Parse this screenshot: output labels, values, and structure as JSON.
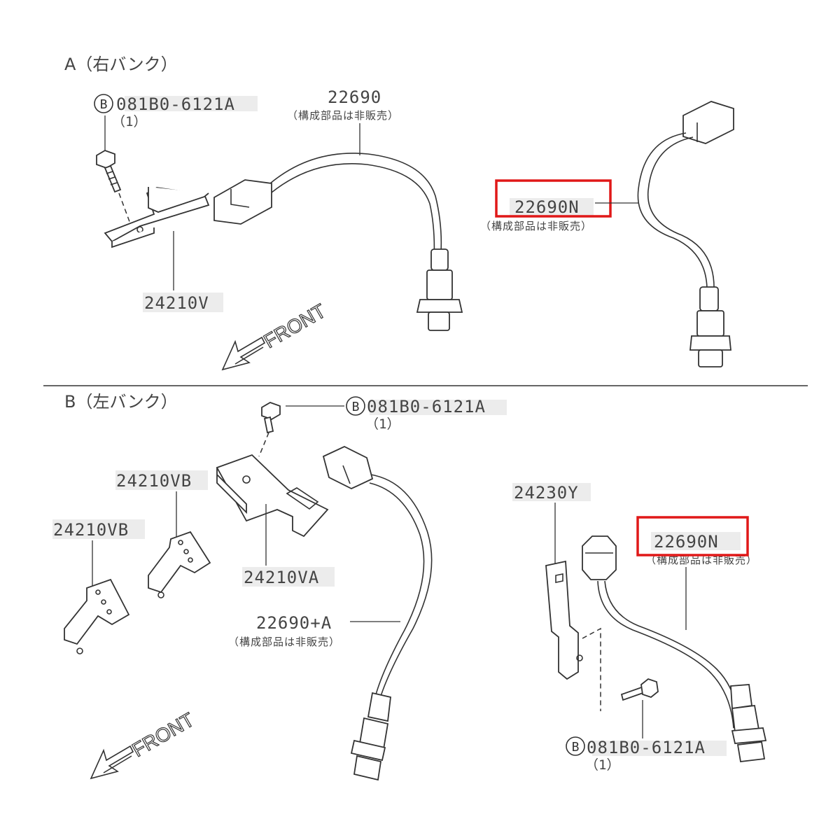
{
  "sections": {
    "a": {
      "header": "A（右バンク）",
      "bolt_code": "081B0-6121A",
      "bolt_marker": "B",
      "bolt_qty": "（1）",
      "sensor_number": "22690",
      "sensor_note": "（構成部品は非販売）",
      "bracket_number": "24210V",
      "alt_sensor_number": "22690N",
      "alt_sensor_note": "（構成部品は非販売）",
      "front_label": "FRONT"
    },
    "b": {
      "header": "B（左バンク）",
      "bolt_code": "081B0-6121A",
      "bolt_marker": "B",
      "bolt_qty": "（1）",
      "bracket_vb_upper": "24210VB",
      "bracket_vb_lower": "24210VB",
      "bracket_va": "24210VA",
      "sensor_number": "22690+A",
      "sensor_note": "（構成部品は非販売）",
      "bracket_y": "24230Y",
      "alt_sensor_number": "22690N",
      "alt_sensor_note": "（構成部品は非販売）",
      "bolt2_code": "081B0-6121A",
      "bolt2_marker": "B",
      "bolt2_qty": "（1）",
      "front_label": "FRONT"
    }
  },
  "highlights": {
    "color": "#e01818"
  }
}
